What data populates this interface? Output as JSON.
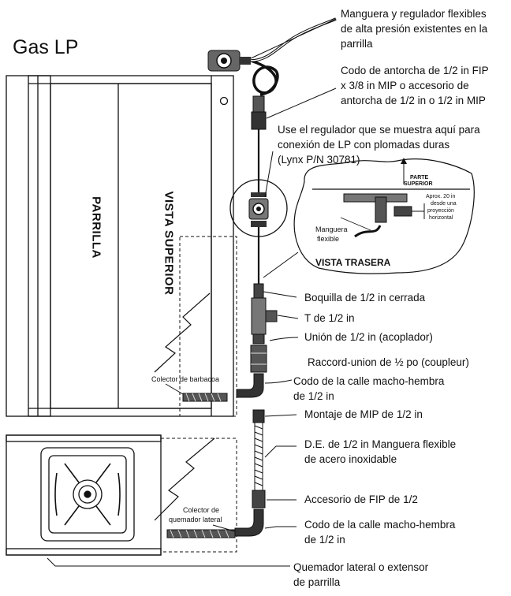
{
  "title": "Gas LP",
  "labels": {
    "grill": "PARRILLA",
    "top_view": "VISTA SUPERIOR",
    "rear_view": "VISTA TRASERA",
    "bbq_manifold": "Colector de barbacoa",
    "side_burner_manifold_1": "Colector de",
    "side_burner_manifold_2": "quemador lateral",
    "inset_flexible_hose_1": "Manguera",
    "inset_flexible_hose_2": "flexible",
    "inset_approx_1": "Aprox. 20 in",
    "inset_approx_2": "desde una",
    "inset_approx_3": "proyección",
    "inset_approx_4": "horizontal",
    "inset_top_part_1": "PARTE",
    "inset_top_part_2": "SUPERIOR"
  },
  "callouts": [
    {
      "lines": [
        "Manguera y regulador flexibles",
        "de alta presión existentes en la",
        "parrilla"
      ]
    },
    {
      "lines": [
        "Codo de antorcha de 1/2 in FIP",
        "x 3/8 in MIP o accesorio de",
        "antorcha de 1/2 in o 1/2 in MIP"
      ]
    },
    {
      "lines": [
        "Use el regulador que se muestra aquí para",
        "conexión de LP con plomadas duras",
        "(Lynx P/N 30781)"
      ]
    },
    {
      "lines": [
        "Boquilla de 1/2 in cerrada"
      ]
    },
    {
      "lines": [
        "T de 1/2 in"
      ]
    },
    {
      "lines": [
        "Unión de 1/2 in (acoplador)"
      ]
    },
    {
      "lines": [
        "Raccord-union de ½ po (coupleur)"
      ]
    },
    {
      "lines": [
        "Codo de la calle macho-hembra",
        "de 1/2 in"
      ]
    },
    {
      "lines": [
        "Montaje de MIP de 1/2 in"
      ]
    },
    {
      "lines": [
        "D.E. de 1/2 in Manguera flexible",
        "de acero inoxidable"
      ]
    },
    {
      "lines": [
        "Accesorio de FIP de 1/2"
      ]
    },
    {
      "lines": [
        "Codo de la calle macho-hembra",
        "de 1/2 in"
      ]
    },
    {
      "lines": [
        "Quemador lateral o extensor",
        "de parrilla"
      ]
    }
  ]
}
